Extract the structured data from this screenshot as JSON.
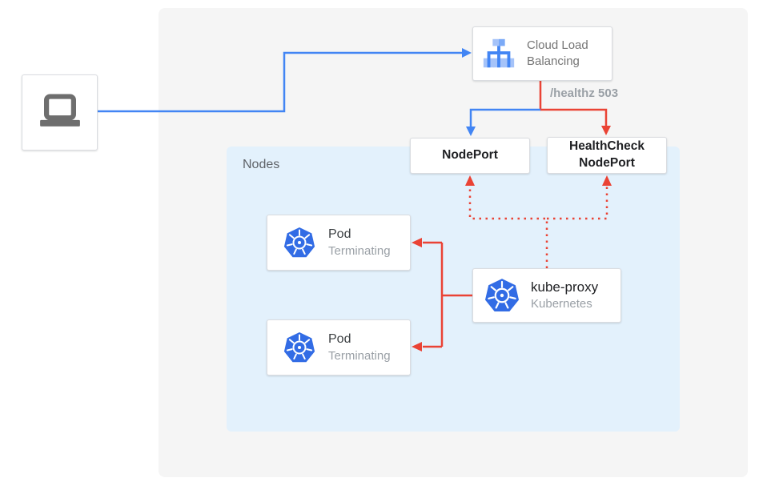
{
  "client": {
    "icon": "laptop"
  },
  "load_balancer": {
    "line1": "Cloud Load",
    "line2": "Balancing"
  },
  "health_check_label": "/healthz 503",
  "node_port": {
    "label": "NodePort"
  },
  "health_check_node_port": {
    "line1": "HealthCheck",
    "line2": "NodePort"
  },
  "nodes": {
    "label": "Nodes"
  },
  "pods": [
    {
      "title": "Pod",
      "status": "Terminating"
    },
    {
      "title": "Pod",
      "status": "Terminating"
    }
  ],
  "kube_proxy": {
    "title": "kube-proxy",
    "subtitle": "Kubernetes"
  },
  "colors": {
    "traffic_blue": "#4285F4",
    "health_check_red": "#EA4335",
    "nodes_background": "#E3F1FC",
    "panel_background": "#F5F5F5",
    "kubernetes_blue": "#326CE5"
  }
}
